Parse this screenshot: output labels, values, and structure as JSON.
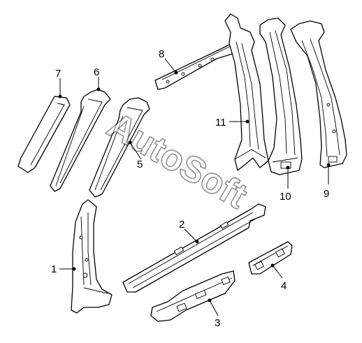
{
  "callouts": [
    {
      "id": "1",
      "label": "1"
    },
    {
      "id": "2",
      "label": "2"
    },
    {
      "id": "3",
      "label": "3"
    },
    {
      "id": "4",
      "label": "4"
    },
    {
      "id": "5",
      "label": "5"
    },
    {
      "id": "6",
      "label": "6"
    },
    {
      "id": "7",
      "label": "7"
    },
    {
      "id": "8",
      "label": "8"
    },
    {
      "id": "9",
      "label": "9"
    },
    {
      "id": "10",
      "label": "10"
    },
    {
      "id": "11",
      "label": "11"
    }
  ],
  "watermark": "AutoSoft",
  "colors": {
    "line": "#000000",
    "background": "#ffffff",
    "watermark_outline": "#3a3a3a"
  }
}
